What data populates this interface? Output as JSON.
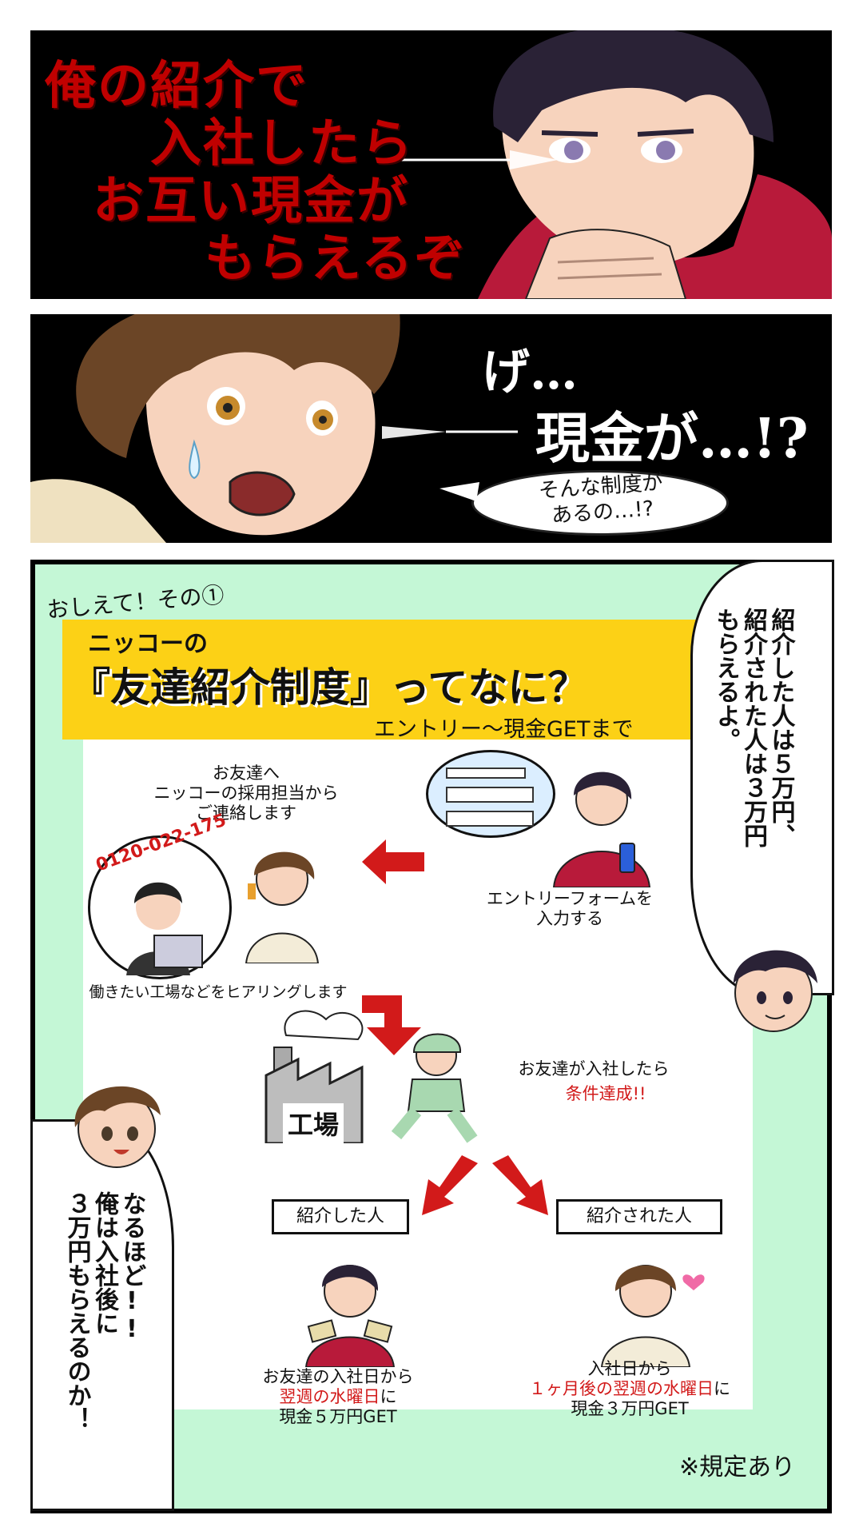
{
  "panel1": {
    "lines": [
      "俺の紹介で",
      "入社したら",
      "お互い現金が",
      "もらえるぞ"
    ]
  },
  "panel2": {
    "line1": "げ…",
    "line2": "現金が…!?",
    "bubble_line1": "そんな制度が",
    "bubble_line2": "あるの…!?"
  },
  "panel3": {
    "handwritten_label": "おしえて！その①",
    "banner_small": "ニッコーの",
    "banner_title": "『友達紹介制度』ってなに？",
    "banner_subtitle": "エントリー～現金GETまで",
    "phone_number": "0120-022-175",
    "step_contact": [
      "お友達へ",
      "ニッコーの採用担当から",
      "ご連絡します"
    ],
    "step_entry": [
      "エントリーフォームを",
      "入力する"
    ],
    "step_hearing": "働きたい工場などをヒアリングします",
    "factory_label": "工場",
    "step_join": "お友達が入社したら",
    "step_join_condition": "条件達成!!",
    "introducer_label": "紹介した人",
    "introduced_label": "紹介された人",
    "introducer_reward": [
      "お友達の入社日から",
      "翌週の水曜日",
      "に",
      "現金５万円GET"
    ],
    "introduced_reward": [
      "入社日から",
      "１ヶ月後の翌週の水曜日",
      "に",
      "現金３万円GET"
    ],
    "note": "※規定あり",
    "speech_right": [
      "紹介した人は５万円、",
      "紹介された人は３万円",
      "もらえるよ。"
    ],
    "speech_left": [
      "なるほど!!",
      "俺は入社後に",
      "３万円もらえるのか！"
    ]
  },
  "colors": {
    "panel_bg": "#000000",
    "mint_bg": "#c4f7d6",
    "banner_yellow": "#fcd116",
    "accent_red": "#d21a1a"
  }
}
